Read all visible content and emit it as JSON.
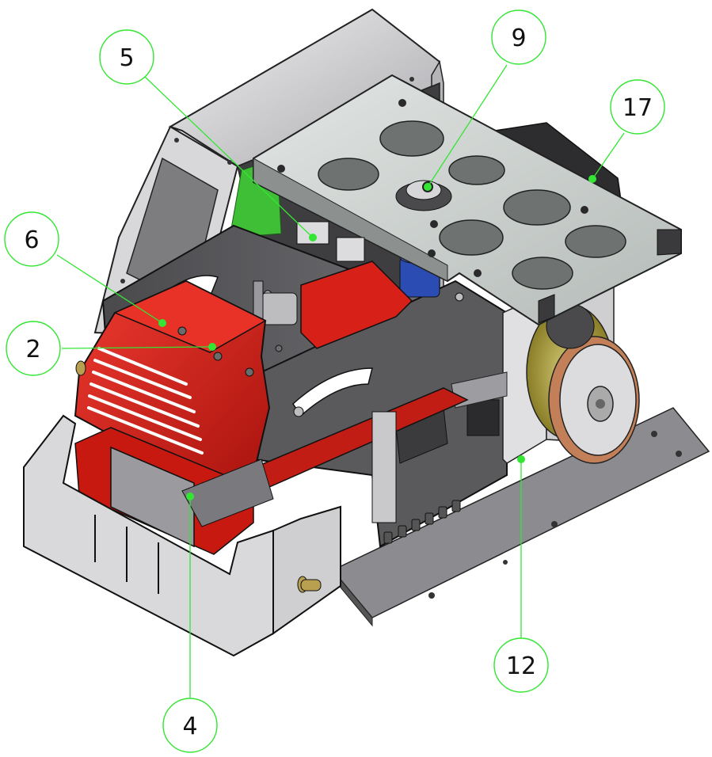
{
  "colors": {
    "callout": "#33e633",
    "housing": "#d41c14",
    "housing_dark": "#8e0f0a",
    "frame": "#5f5f62",
    "frame_dark": "#3a3a3c",
    "sheet": "#c9c9cb",
    "sheet_light": "#e6e6e8",
    "plate": "#8a8a8e",
    "panel_glass": "#cfd4d2",
    "green": "#35b52e",
    "motor": "#a89a2a",
    "copper": "#c07a4a",
    "blue": "#2444a8"
  },
  "callouts": [
    {
      "id": "c5",
      "label": "5"
    },
    {
      "id": "c9",
      "label": "9"
    },
    {
      "id": "c17",
      "label": "17"
    },
    {
      "id": "c6",
      "label": "6"
    },
    {
      "id": "c2",
      "label": "2"
    },
    {
      "id": "c12",
      "label": "12"
    },
    {
      "id": "c4",
      "label": "4"
    }
  ]
}
